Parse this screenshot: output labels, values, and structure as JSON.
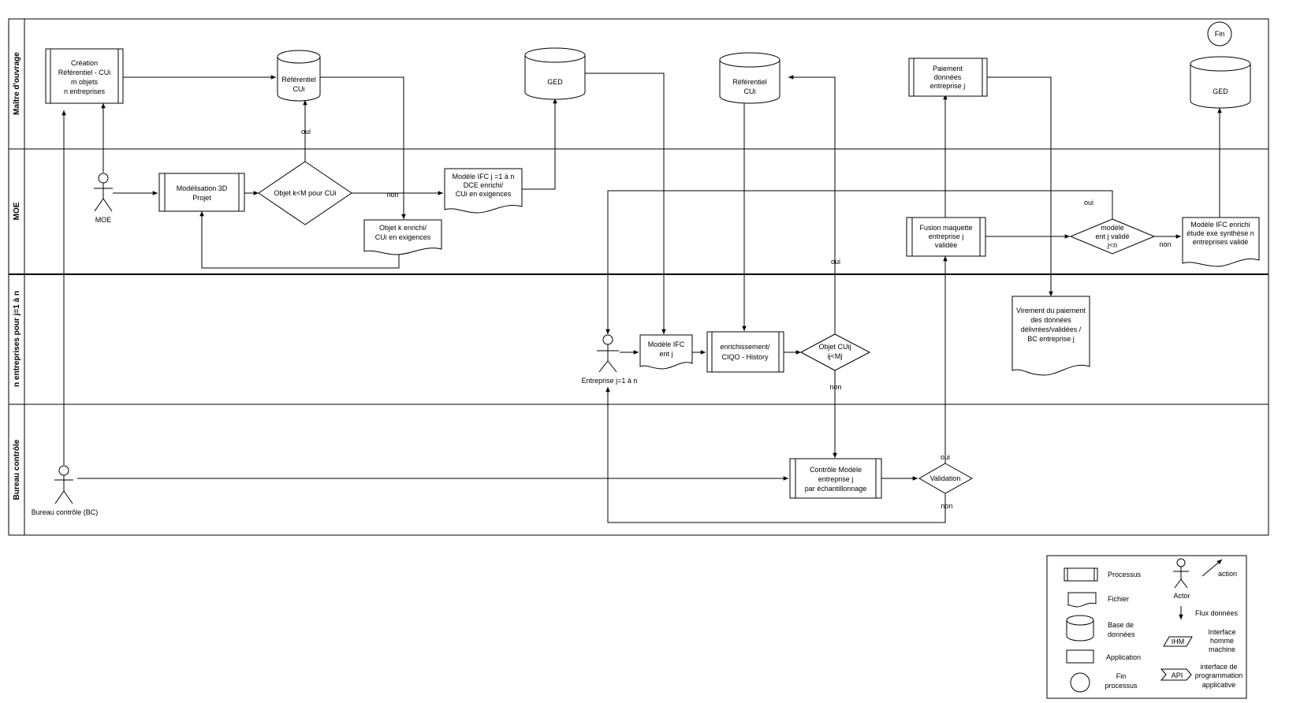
{
  "lanes": [
    {
      "id": "moa",
      "label": "Maître d'ouvrage"
    },
    {
      "id": "moe",
      "label": "MOE"
    },
    {
      "id": "ent",
      "label": "n entreprises pour j=1 à n"
    },
    {
      "id": "bc",
      "label": "Bureau contrôle"
    }
  ],
  "nodes": {
    "creation": [
      "Création",
      "Référentiel - CUi",
      "m objets",
      "n entreprises"
    ],
    "referentiel1": [
      "Référentiel",
      "CUi"
    ],
    "ged1": [
      "GED"
    ],
    "referentiel2": [
      "Référentiel",
      "CUi"
    ],
    "paiement": [
      "Paiement",
      "données",
      "entreprise j"
    ],
    "ged2": [
      "GED"
    ],
    "fin": [
      "Fin"
    ],
    "moe_actor": [
      "MOE"
    ],
    "modelisation": [
      "Modélisation 3D",
      "Projet"
    ],
    "objet_kM": [
      "Objet k<M pour CUi"
    ],
    "modele_ifc_dce": [
      "Modèle IFC j =1 à n",
      "DCE enrichi/",
      "CUi en exigences"
    ],
    "objet_k_enrichi": [
      "Objet k enrichi/",
      "CUi en exigences"
    ],
    "fusion": [
      "Fusion maquette",
      "entreprise j",
      "validée"
    ],
    "modele_valide": [
      "modèle",
      "ent j validé",
      "j<n"
    ],
    "modele_ifc_enrichi": [
      "Modèle IFC enrichi",
      "étude exe synthèse n",
      "entreprises validé"
    ],
    "virement": [
      "Virement du paiement",
      "des données",
      "délivrées/validées /",
      "BC entreprise j"
    ],
    "entreprise_actor": [
      "Entreprise j=1 à n"
    ],
    "modele_ifc_ent": [
      "Modèle IFC",
      "ent j"
    ],
    "enrichissement": [
      "enrichissement/",
      "CIQO - History"
    ],
    "objet_cuij": [
      "Objet CUij",
      "ij<Mj"
    ],
    "bc_actor": [
      "Bureau contrôle (BC)"
    ],
    "controle": [
      "Contrôle Modèle",
      "entreprise j",
      "par échantillonnage"
    ],
    "validation": [
      "Validation"
    ]
  },
  "edge_labels": {
    "oui_ref": "oui",
    "non_objet": "non",
    "oui_modele": "oui",
    "non_modele": "non",
    "oui_cuij": "oui",
    "non_cuij": "non",
    "oui_validation": "oui",
    "non_validation": "non"
  },
  "legend": {
    "processus": "Processus",
    "fichier": "Fichier",
    "base": [
      "Base de",
      "données"
    ],
    "application": "Application",
    "fin": [
      "Fin",
      "processus"
    ],
    "actor": "Actor",
    "action": "action",
    "flux": "Flux données",
    "ihm_tag": "IHM",
    "ihm": [
      "Interface",
      "homme",
      "machine"
    ],
    "api_tag": "API",
    "api": [
      "interface de",
      "programmation",
      "applicative"
    ]
  },
  "colors": {
    "stroke": "#000000",
    "background": "#ffffff"
  }
}
